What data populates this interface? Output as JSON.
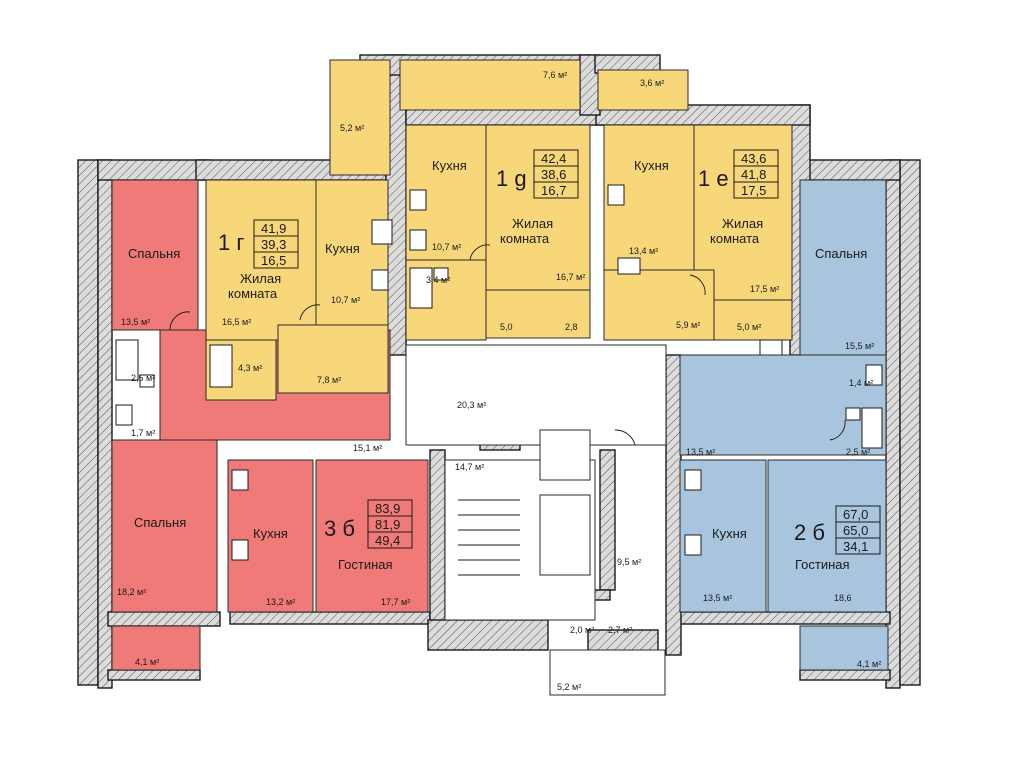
{
  "apartments": [
    {
      "number": "1 г",
      "stats": [
        "41,9",
        "39,3",
        "16,5"
      ],
      "color": "#f8d77a"
    },
    {
      "number": "1 g",
      "stats": [
        "42,4",
        "38,6",
        "16,7"
      ],
      "color": "#f8d77a"
    },
    {
      "number": "1 е",
      "stats": [
        "43,6",
        "41,8",
        "17,5"
      ],
      "color": "#f8d77a"
    },
    {
      "number": "3 б",
      "stats": [
        "83,9",
        "81,9",
        "49,4"
      ],
      "color": "#f07a78"
    },
    {
      "number": "2 б",
      "stats": [
        "67,0",
        "65,0",
        "34,1"
      ],
      "color": "#a9c5de"
    }
  ],
  "rooms": {
    "spalnya": "Спальня",
    "kukhnya": "Кухня",
    "zhilaya_1": "Жилая",
    "zhilaya_2": "комната",
    "gostinaya": "Гостиная"
  },
  "areas": {
    "a01": "7,6 м²",
    "a02": "3,6 м²",
    "a03": "5,2 м²",
    "a04": "13,5 м²",
    "a05": "16,5 м²",
    "a06": "10,7 м²",
    "a07": "10,7 м²",
    "a08": "3,4 м²",
    "a09": "16,7 м²",
    "a10": "13,4 м²",
    "a11": "17,5 м²",
    "a12": "15,5 м²",
    "a13": "2,5 м²",
    "a14": "4,3 м²",
    "a15": "7,8 м²",
    "a16": "5,0",
    "a17": "2,8",
    "a18": "5,9 м²",
    "a19": "5,0 м²",
    "a20": "1,4 м²",
    "a21": "1,7 м²",
    "a22": "15,1 м²",
    "a23": "20,3 м²",
    "a24": "14,7 м²",
    "a25": "13,5 м²",
    "a26": "2,5 м²",
    "a27": "18,2 м²",
    "a28": "13,2 м²",
    "a29": "17,7 м²",
    "a30": "9,5 м²",
    "a31": "13,5 м²",
    "a32": "18,6",
    "a33": "2,0 м²",
    "a34": "2,7 м²",
    "a35": "4,1 м²",
    "a36": "4,1 м²",
    "a37": "5,2 м²"
  }
}
